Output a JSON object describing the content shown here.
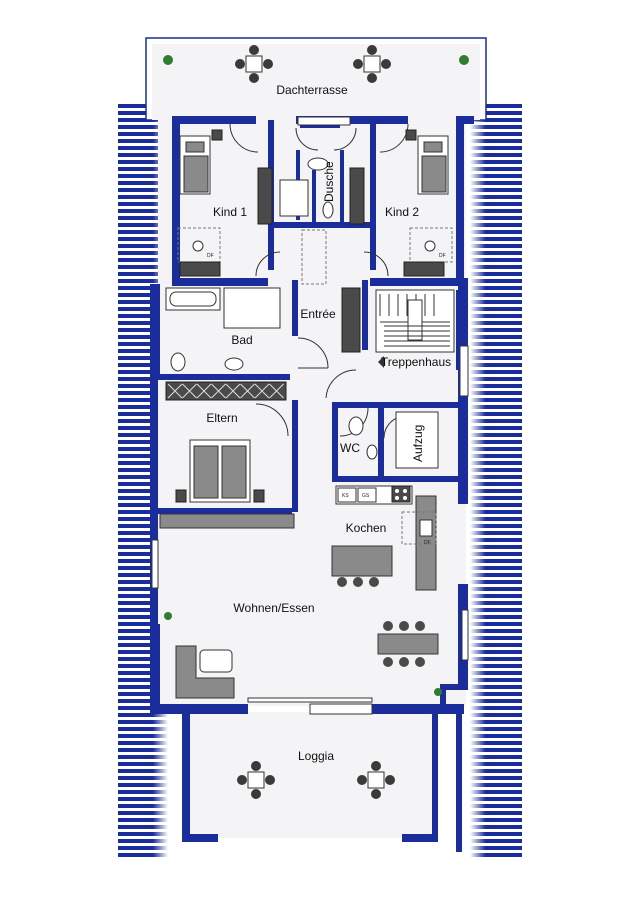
{
  "rooms": {
    "dachterrasse": "Dachterrasse",
    "kind1": "Kind 1",
    "kind2": "Kind 2",
    "dusche": "Dusche",
    "entree": "Entrée",
    "bad": "Bad",
    "treppenhaus": "Treppenhaus",
    "eltern": "Eltern",
    "wc": "WC",
    "aufzug": "Aufzug",
    "kochen": "Kochen",
    "wohnen_essen": "Wohnen/Essen",
    "loggia": "Loggia"
  },
  "appliances": {
    "ks": "KS",
    "gs": "GS",
    "df": "DF"
  },
  "colors": {
    "wall": "#1a2d9a",
    "floor": "#f4f4f6",
    "furniture": "#8a8a8a"
  }
}
